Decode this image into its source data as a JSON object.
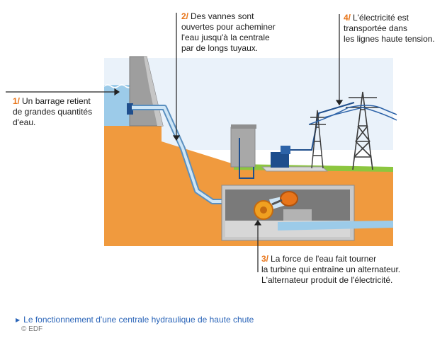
{
  "callouts": [
    {
      "number": "1/",
      "lines": [
        "Un barrage retient",
        "de grandes quantités",
        "d'eau."
      ]
    },
    {
      "number": "2/",
      "lines": [
        "Des vannes sont",
        "ouvertes pour acheminer",
        "l'eau jusqu'à la centrale",
        "par de longs tuyaux."
      ]
    },
    {
      "number": "3/",
      "lines": [
        "La force de l'eau fait tourner",
        "la turbine qui entraîne un alternateur.",
        "L'alternateur produit de l'électricité."
      ]
    },
    {
      "number": "4/",
      "lines": [
        "L'électricité est",
        "transportée dans",
        "les lignes haute tension."
      ]
    }
  ],
  "caption": {
    "arrow_icon": "caret-right-icon",
    "text": "Le fonctionnement d'une centrale hydraulique de haute chute"
  },
  "credit": "© EDF",
  "colors": {
    "ground": "#f09a3e",
    "grass": "#8cc63f",
    "sky": "#eaf2fa",
    "water": "#9ccbe9",
    "concrete": "#9a9a9a",
    "cable": "#1f4e8c",
    "number": "#e8751a",
    "link": "#2a64b8"
  }
}
